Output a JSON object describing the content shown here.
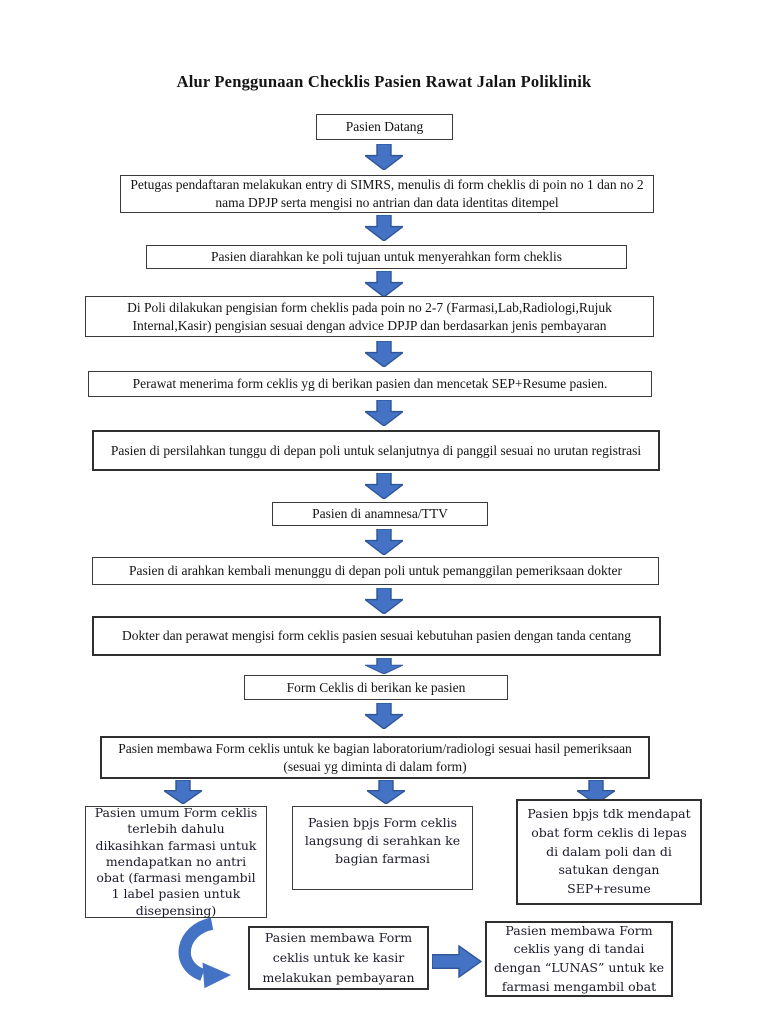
{
  "title": "Alur Penggunaan Checklis Pasien Rawat Jalan Poliklinik",
  "flow": {
    "steps": [
      "Pasien Datang",
      "Petugas pendaftaran melakukan entry di SIMRS, menulis di form cheklis di poin no 1 dan  no 2 nama DPJP serta mengisi no antrian dan data identitas ditempel",
      "Pasien diarahkan ke poli tujuan untuk menyerahkan form cheklis",
      "Di Poli dilakukan pengisian form cheklis pada poin no 2-7 (Farmasi,Lab,Radiologi,Rujuk Internal,Kasir) pengisian sesuai dengan advice DPJP dan berdasarkan jenis pembayaran",
      "Perawat menerima form ceklis yg di berikan pasien dan mencetak SEP+Resume pasien.",
      "Pasien di persilahkan tunggu di depan poli untuk selanjutnya di panggil sesuai no urutan registrasi",
      "Pasien di anamnesa/TTV",
      "Pasien di arahkan kembali menunggu di depan poli untuk pemanggilan pemeriksaan dokter",
      "Dokter dan perawat mengisi form ceklis pasien sesuai kebutuhan pasien dengan tanda centang",
      "Form Ceklis di berikan ke pasien",
      "Pasien membawa Form ceklis untuk ke bagian laboratorium/radiologi sesuai hasil pemeriksaan (sesuai yg diminta di dalam form)"
    ],
    "branches": [
      "Pasien umum Form ceklis terlebih dahulu dikasihkan farmasi untuk mendapatkan no antri obat (farmasi mengambil 1 label pasien untuk disepensing)",
      "Pasien bpjs Form ceklis langsung di serahkan ke bagian farmasi",
      "Pasien bpjs tdk mendapat obat form ceklis di lepas di dalam poli dan di satukan dengan SEP+resume"
    ],
    "bottom_row": [
      "Pasien membawa Form ceklis untuk ke kasir melakukan pembayaran",
      "Pasien membawa Form ceklis yang di tandai dengan “LUNAS” untuk ke farmasi mengambil obat"
    ]
  },
  "colors": {
    "arrow_fill": "#4472C4",
    "arrow_stroke": "#2F5597",
    "box_border": "#3A3A3A",
    "page_background": "#FFFFFF"
  }
}
